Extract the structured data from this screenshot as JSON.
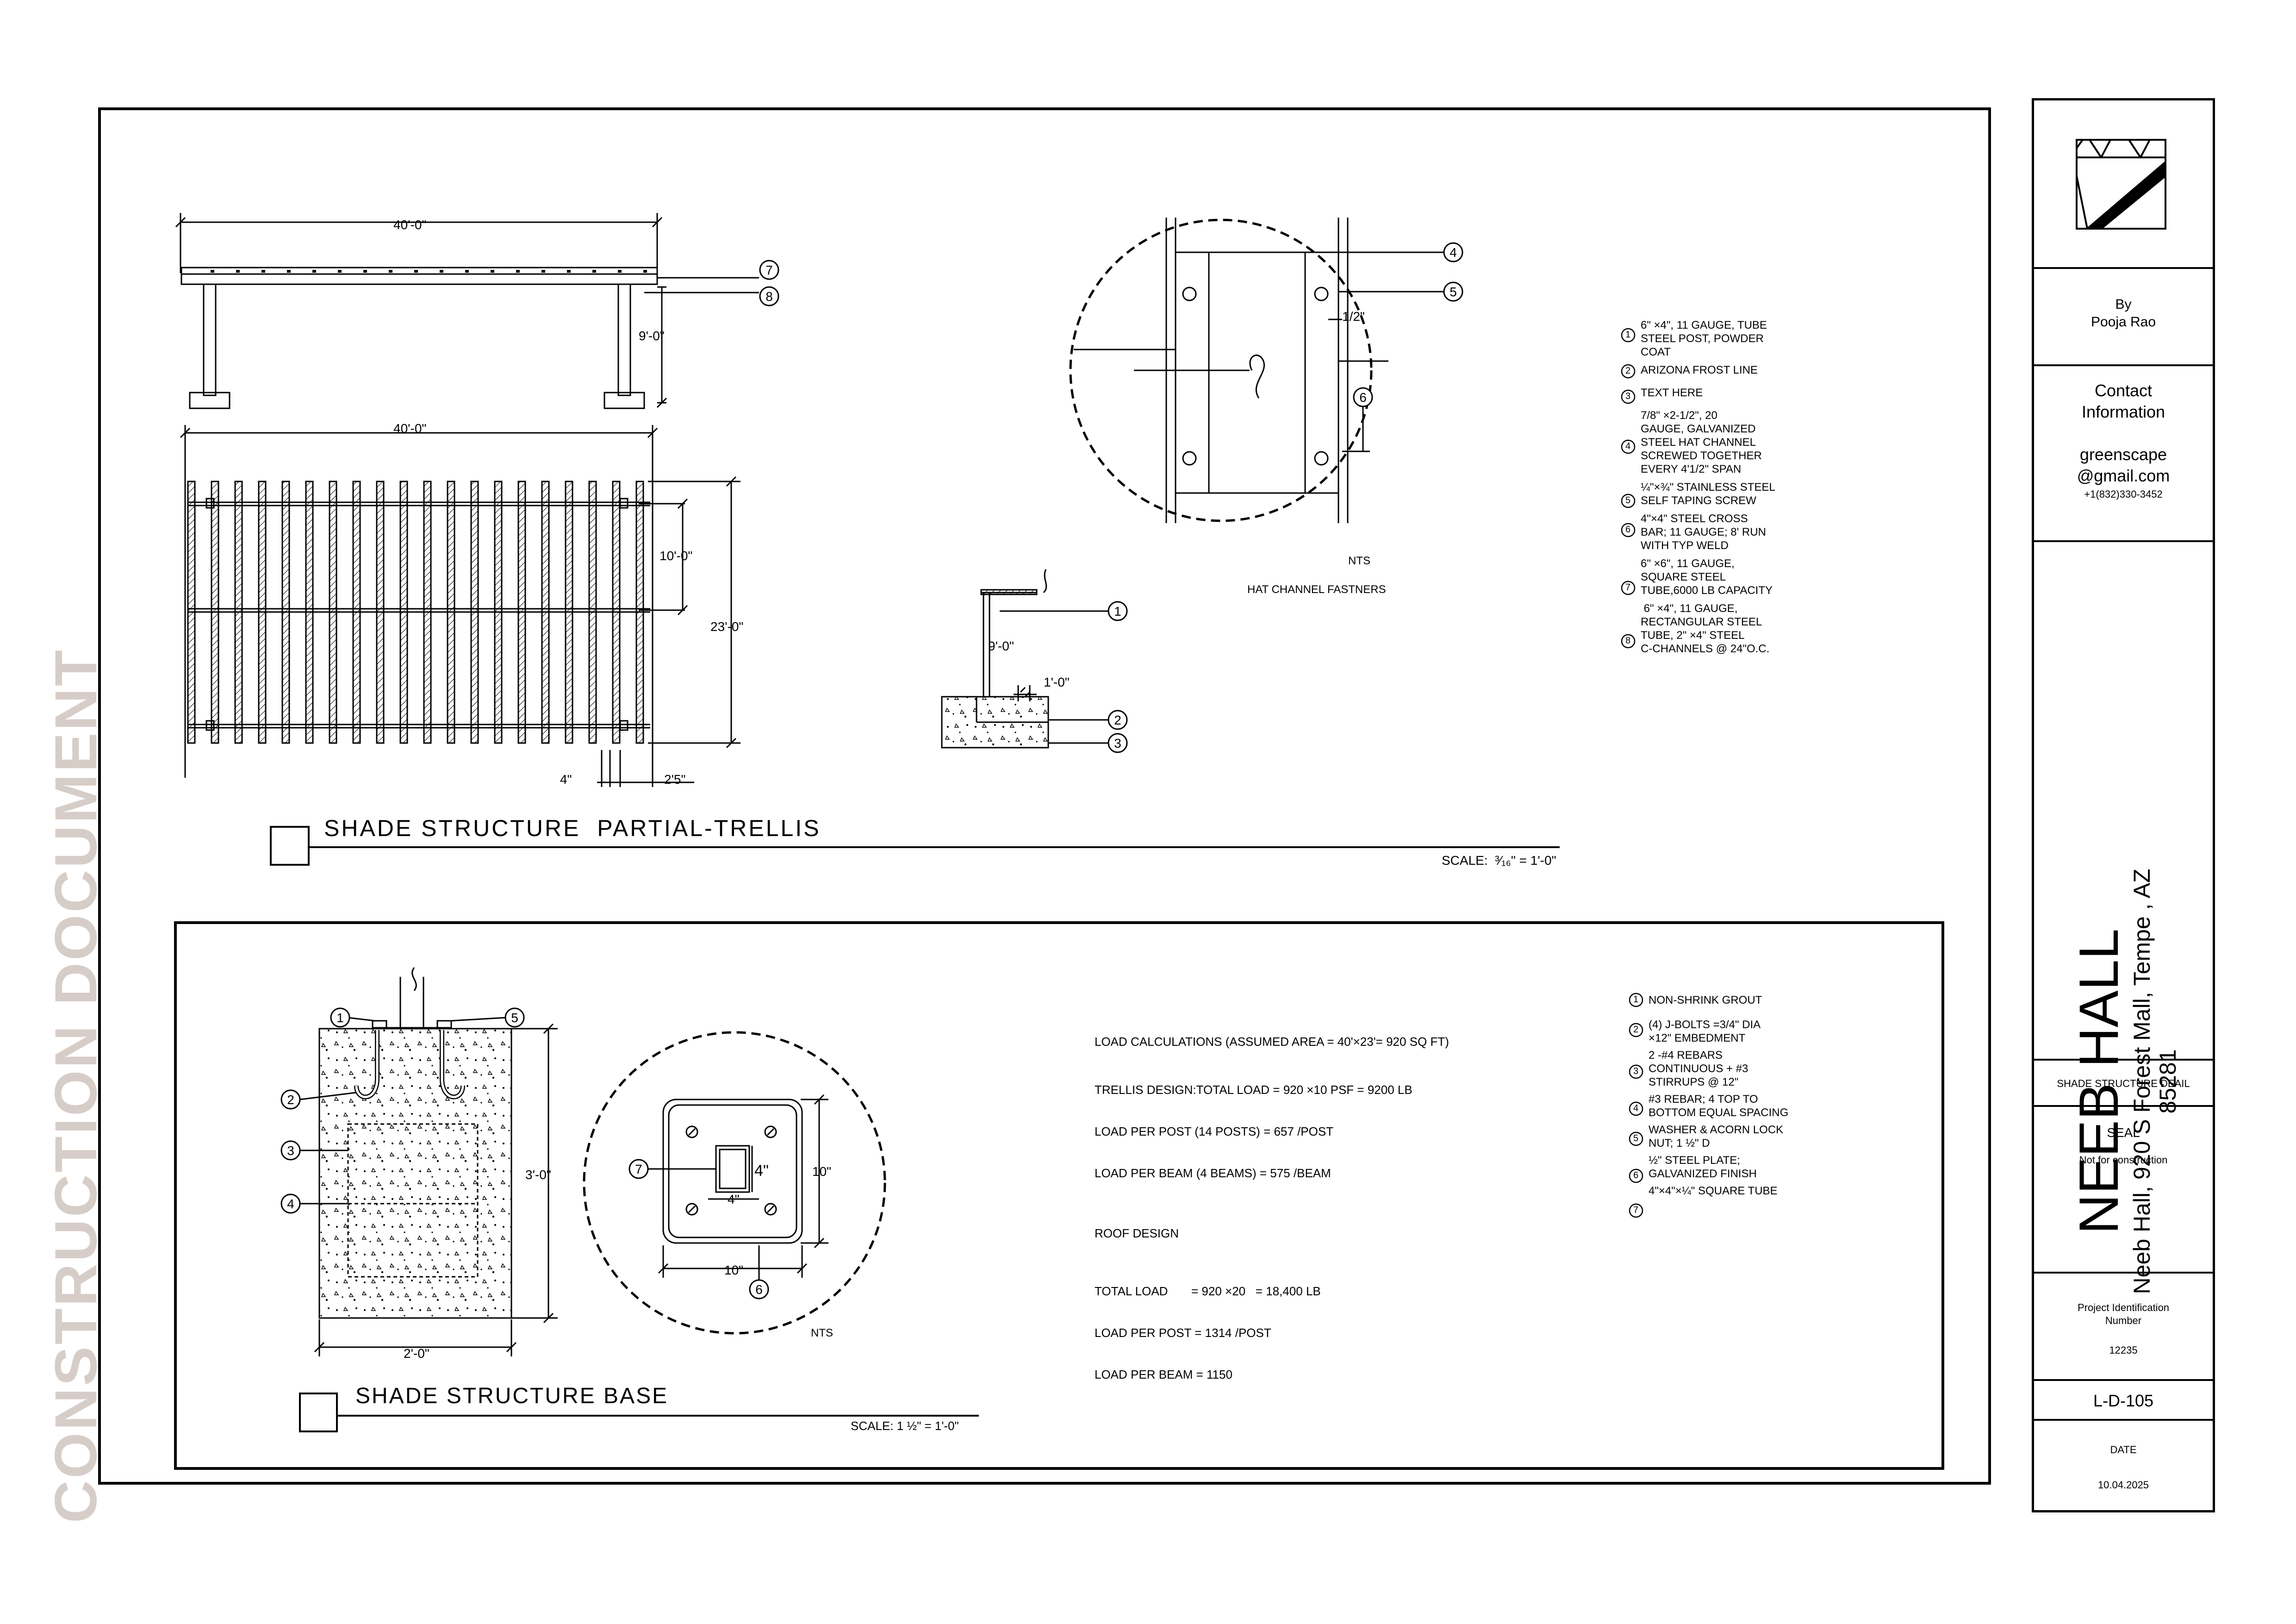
{
  "watermark": "CONSTRUCTION DOCUMENT",
  "trellis": {
    "title": "SHADE STRUCTURE  PARTIAL-TRELLIS",
    "scale": "SCALE:  ³⁄₁₆\" = 1'-0\"",
    "dims": {
      "width_top": "40'-0\"",
      "width_plan": "40'-0\"",
      "height": "9'-0\"",
      "span": "10'-0\"",
      "depth": "23'-0\"",
      "post": "4\"",
      "gap": "2'5\""
    },
    "footing_dims": {
      "height": "9'-0\"",
      "depth": "1'-0\""
    }
  },
  "hat": {
    "nts": "NTS",
    "caption": "HAT CHANNEL FASTNERS",
    "dim": "1/2\""
  },
  "notes1": [
    {
      "n": "1",
      "lines": [
        "6\" ×4\", 11 GAUGE, TUBE",
        "STEEL POST, POWDER",
        "COAT"
      ]
    },
    {
      "n": "2",
      "lines": [
        "ARIZONA FROST LINE"
      ]
    },
    {
      "n": "3",
      "lines": [
        "TEXT HERE"
      ]
    },
    {
      "n": "4",
      "lines": [
        "7/8\" ×2-1/2\", 20",
        "GAUGE, GALVANIZED",
        "STEEL HAT CHANNEL",
        "SCREWED TOGETHER",
        "EVERY 4'1/2\" SPAN"
      ]
    },
    {
      "n": "5",
      "lines": [
        "¼\"×¾\" STAINLESS STEEL",
        "SELF TAPING SCREW"
      ]
    },
    {
      "n": "6",
      "lines": [
        "4\"×4\" STEEL CROSS",
        "BAR; 11 GAUGE; 8' RUN",
        "WITH TYP WELD"
      ]
    },
    {
      "n": "7",
      "lines": [
        "6\" ×6\", 11 GAUGE,",
        "SQUARE STEEL",
        "TUBE,6000 LB CAPACITY"
      ]
    },
    {
      "n": "8",
      "lines": [
        " 6\" ×4\", 11 GAUGE,",
        "RECTANGULAR STEEL",
        "TUBE, 2\" ×4\" STEEL",
        "C-CHANNELS @ 24\"O.C."
      ]
    }
  ],
  "base": {
    "title": "SHADE STRUCTURE BASE",
    "scale": "SCALE: 1 ½\" = 1'-0\"",
    "dims": {
      "height": "3'-0\"",
      "width": "2'-0\"",
      "plate_h": "10\"",
      "plate_w": "10\"",
      "tube_v": "4\"",
      "tube_h": "4\""
    },
    "nts": "NTS"
  },
  "loads": {
    "lines": [
      "LOAD CALCULATIONS (ASSUMED AREA = 40'×23'= 920 SQ FT)",
      "TRELLIS DESIGN:TOTAL LOAD = 920 ×10 PSF = 9200 LB",
      "LOAD PER POST (14 POSTS) = 657 /POST",
      "LOAD PER BEAM (4 BEAMS) = 575 /BEAM",
      "",
      "ROOF DESIGN",
      "",
      "TOTAL LOAD       = 920 ×20   = 18,400 LB",
      "LOAD PER POST = 1314 /POST",
      "LOAD PER BEAM = 1150"
    ]
  },
  "notes2": [
    {
      "n": "1",
      "lines": [
        "NON-SHRINK GROUT"
      ]
    },
    {
      "n": "2",
      "lines": [
        "(4) J-BOLTS =3/4\" DIA",
        "×12\" EMBEDMENT"
      ]
    },
    {
      "n": "3",
      "lines": [
        "2 -#4 REBARS",
        "CONTINUOUS + #3",
        "STIRRUPS @ 12\""
      ]
    },
    {
      "n": "4",
      "lines": [
        "#3 REBAR; 4 TOP TO",
        "BOTTOM EQUAL SPACING"
      ]
    },
    {
      "n": "5",
      "lines": [
        "WASHER & ACORN LOCK",
        "NUT; 1 ½\" D"
      ]
    },
    {
      "n": "6",
      "lines": [
        "½\" STEEL PLATE;",
        "GALVANIZED FINISH"
      ]
    },
    {
      "n": "7",
      "lines": [
        "4\"×4\"×¼\" SQUARE TUBE"
      ]
    }
  ],
  "titleblock": {
    "by_label": "By",
    "author": "Pooja Rao",
    "contact_label": "Contact Information",
    "email1": "greenscape",
    "email2": "@gmail.com",
    "phone": "+1(832)330-3452",
    "project_name": "NEEB HALL",
    "address1": "Neeb Hall, 920 S Forest Mall, Tempe , AZ",
    "address2": "85281",
    "sheet_title": "SHADE STRUCTURE DEAIL",
    "seal_label": "SEAL",
    "seal_note": "Not for construction",
    "pid_label": "Project Identification Number",
    "pid": "12235",
    "sheet_number": "L-D-105",
    "date_label": "DATE",
    "date": "10.04.2025"
  }
}
